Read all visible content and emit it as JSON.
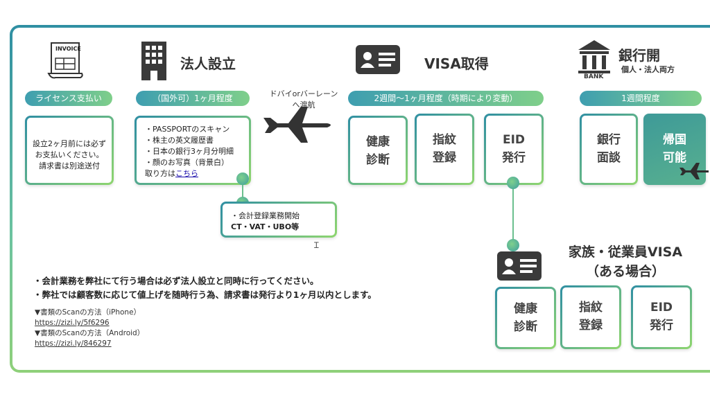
{
  "steps": {
    "license": {
      "pill": "ライセンス支払い",
      "card": [
        "設立2ヶ月前には必ず",
        "お支払いください。",
        "請求書は別途送付"
      ]
    },
    "incorporation": {
      "title": "法人設立",
      "pill": "（国外可）1ヶ月程度",
      "items": [
        "・PASSPORTのスキャン",
        "・株主の英文履歴書",
        "・日本の銀行3ヶ月分明細",
        "・顔のお写真（背景白）"
      ],
      "howto_prefix": "取り方は",
      "howto_link": "こちら",
      "accounting_items": [
        "・会計登録業務開始",
        "CT・VAT・UBO等"
      ]
    },
    "travel": {
      "line1": "ドバイorバーレーン",
      "line2": "へ渡航"
    },
    "visa": {
      "title": "VISA取得",
      "pill": "2週間〜1ヶ月程度（時期により変動）",
      "cards": [
        {
          "line1": "健康",
          "line2": "診断"
        },
        {
          "line1": "指紋",
          "line2": "登録"
        },
        {
          "line1": "EID",
          "line2": "発行"
        }
      ]
    },
    "bank": {
      "title": "銀行開",
      "subtitle": "個人・法人両方",
      "icon_label": "BANK",
      "pill": "1週間程度",
      "cards": [
        {
          "line1": "銀行",
          "line2": "面談"
        },
        {
          "line1": "帰国",
          "line2": "可能"
        }
      ]
    },
    "family_visa": {
      "title1": "家族・従業員VISA",
      "title2": "（ある場合）",
      "cards": [
        {
          "line1": "健康",
          "line2": "診断"
        },
        {
          "line1": "指紋",
          "line2": "登録"
        },
        {
          "line1": "EID",
          "line2": "発行"
        }
      ]
    }
  },
  "invoice_icon_label": "INVOICE",
  "notes": [
    "・会計業務を弊社にて行う場合は必ず法人設立と同時に行ってください。",
    "・弊社では顧客数に応じて値上げを随時行う為、請求書は発行より1ヶ月以内とします。"
  ],
  "scan_links": [
    {
      "label": "▼書類のScanの方法（iPhone）",
      "url": "https://zizi.ly/5f6296"
    },
    {
      "label": "▼書類のScanの方法（Android）",
      "url": "https://zizi.ly/846297"
    }
  ],
  "colors": {
    "gradient_start": "#3e9eb0",
    "gradient_end": "#7fcf8a",
    "icon_dark": "#3a3a3a",
    "bank_card_fill": "#4fa79a"
  }
}
